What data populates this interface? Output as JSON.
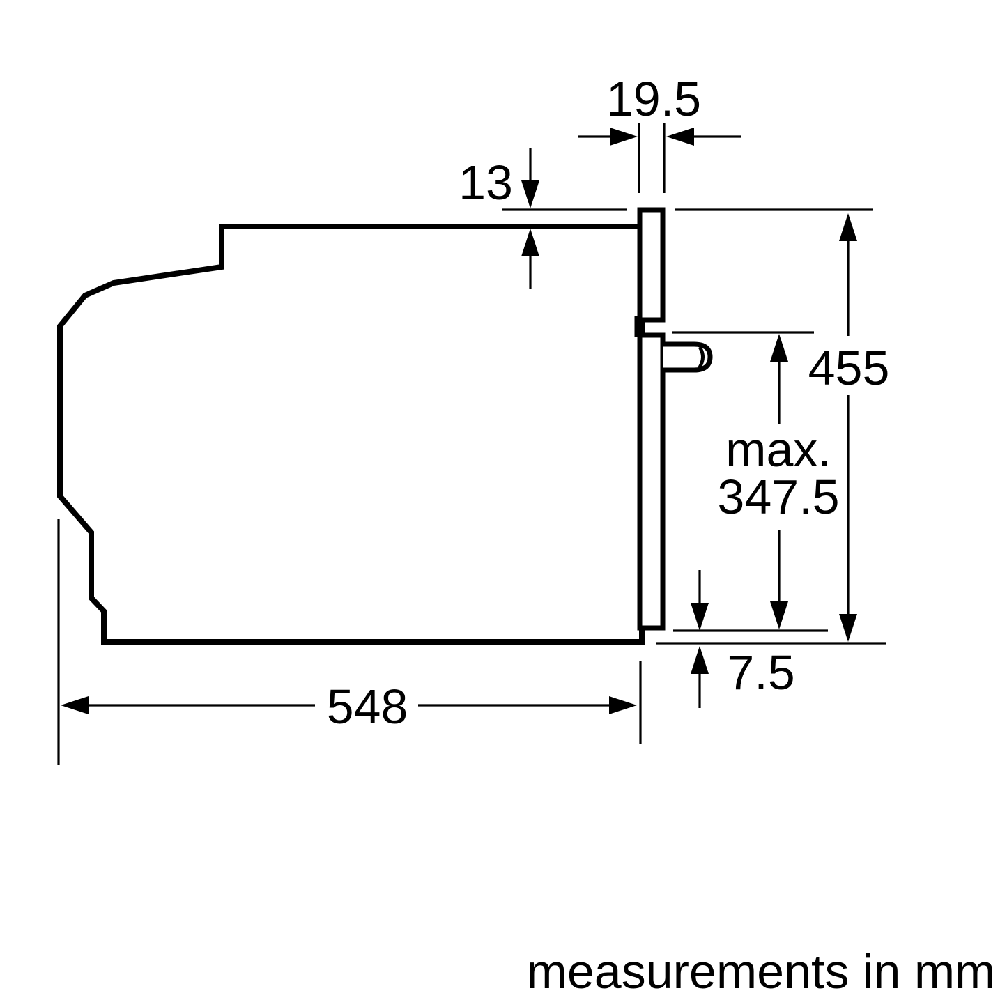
{
  "diagram": {
    "labels": {
      "panel_thickness": "19.5",
      "top_offset": "13",
      "overall_height": "455",
      "door_max_prefix": "max.",
      "door_max_value": "347.5",
      "bottom_offset": "7.5",
      "depth": "548"
    },
    "caption": "measurements in mm",
    "colors": {
      "line": "#000000",
      "background": "#ffffff"
    }
  }
}
